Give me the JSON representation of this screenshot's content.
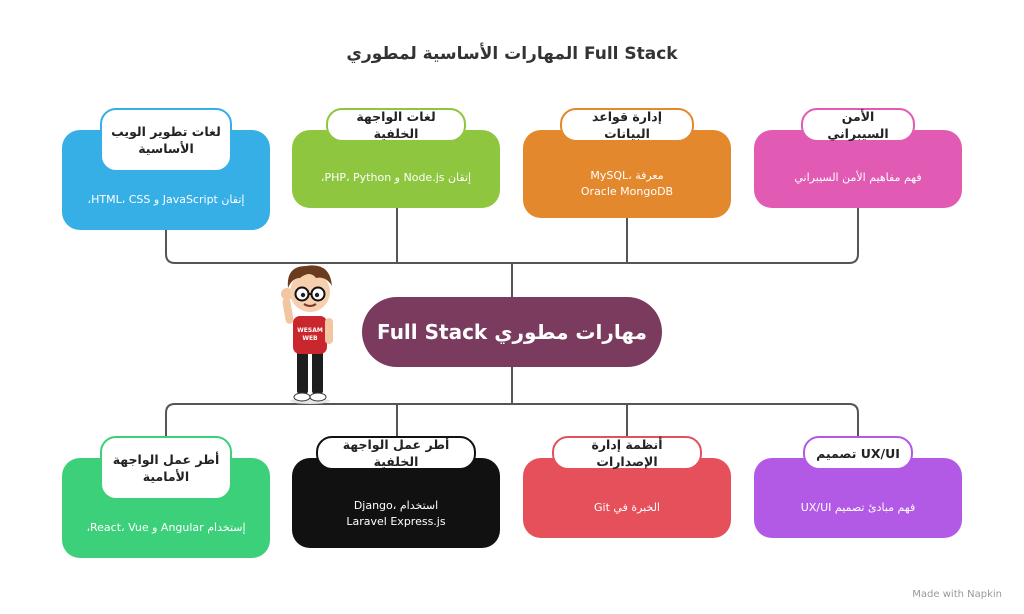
{
  "title": "المهارات الأساسية لمطوري Full Stack",
  "center_label": "مهارات مطوري Full Stack",
  "shirt_text": "WESAM WEB",
  "footer": "Made with  Napkin",
  "colors": {
    "blue": "#36aee6",
    "green": "#8ec63f",
    "orange": "#e3882c",
    "pink": "#e15bb5",
    "mint": "#3dd07a",
    "black": "#111111",
    "red": "#e6505a",
    "purple": "#b25ae5",
    "center": "#7a3b5e"
  },
  "top_cards": [
    {
      "heading": "لغات تطوير الويب الأساسية",
      "text": "إتقان JavaScript و HTML، CSS،"
    },
    {
      "heading": "لغات الواجهة الخلفية",
      "text": "إتقان Node.js و PHP، Python،"
    },
    {
      "heading": "إدارة قواعد البيانات",
      "text": "معرفة MySQL، Oracle MongoDB"
    },
    {
      "heading": "الأمن السيبراني",
      "text": "فهم مفاهيم الأمن السيبراني"
    }
  ],
  "bottom_cards": [
    {
      "heading": "أطر عمل الواجهة الأمامية",
      "text": "إستخدام Angular و React، Vue،"
    },
    {
      "heading": "أطر عمل الواجهة الخلفية",
      "text": "استخدام Django، Laravel Express.js"
    },
    {
      "heading": "أنظمة إدارة الإصدارات",
      "text": "الخبرة في Git"
    },
    {
      "heading": "UX/UI تصميم",
      "text": "فهم مبادئ تصميم UX/UI"
    }
  ]
}
